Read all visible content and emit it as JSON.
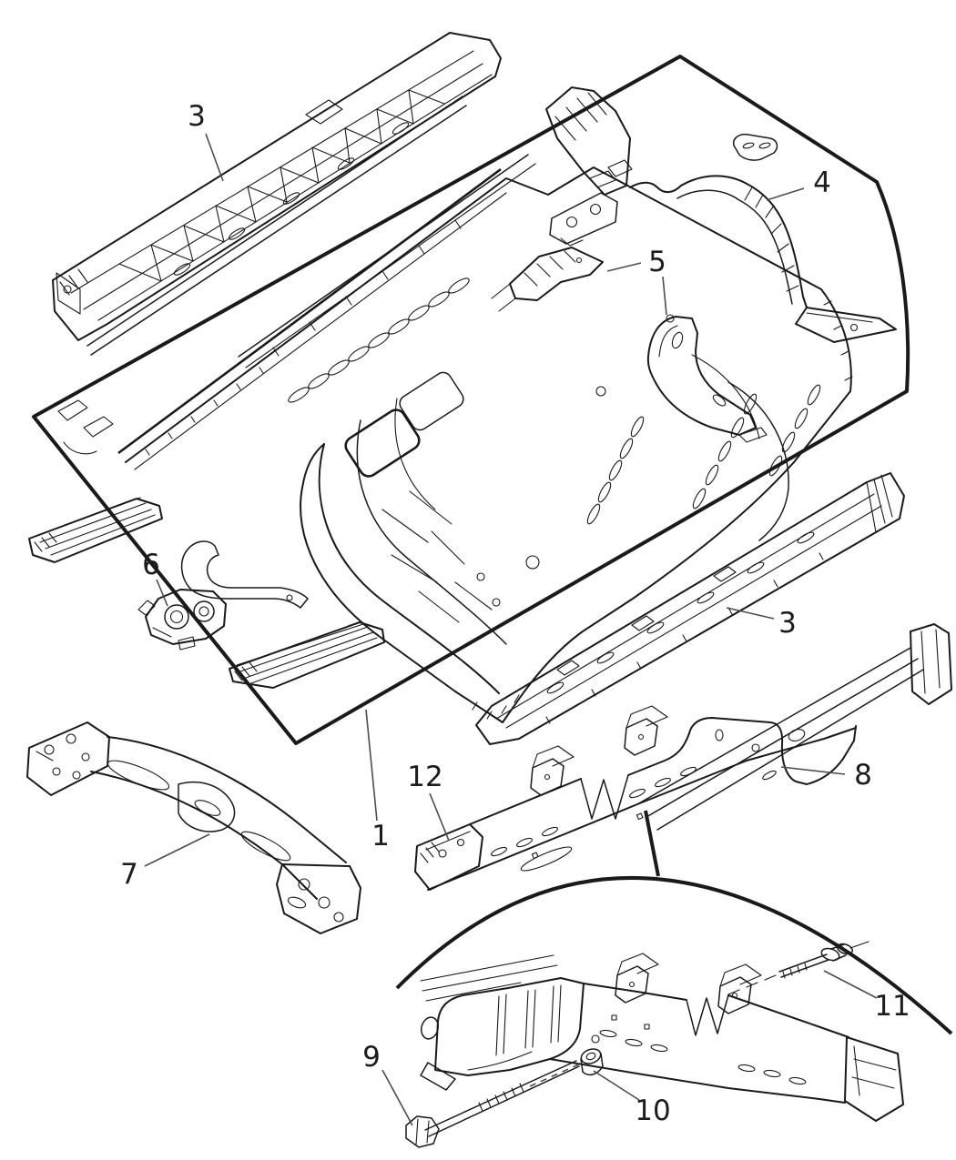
{
  "figure": {
    "type": "exploded-parts-line-diagram",
    "background_color": "#ffffff",
    "line_color": "#1a1a1a",
    "leader_color": "#4d4d4d",
    "callouts": [
      {
        "id": "callout-3-upper-left",
        "label": "3"
      },
      {
        "id": "callout-4",
        "label": "4"
      },
      {
        "id": "callout-5",
        "label": "5"
      },
      {
        "id": "callout-6",
        "label": "6"
      },
      {
        "id": "callout-3-right",
        "label": "3"
      },
      {
        "id": "callout-7",
        "label": "7"
      },
      {
        "id": "callout-8",
        "label": "8"
      },
      {
        "id": "callout-12",
        "label": "12"
      },
      {
        "id": "callout-1",
        "label": "1"
      },
      {
        "id": "callout-9",
        "label": "9"
      },
      {
        "id": "callout-10",
        "label": "10"
      },
      {
        "id": "callout-11",
        "label": "11"
      }
    ]
  }
}
